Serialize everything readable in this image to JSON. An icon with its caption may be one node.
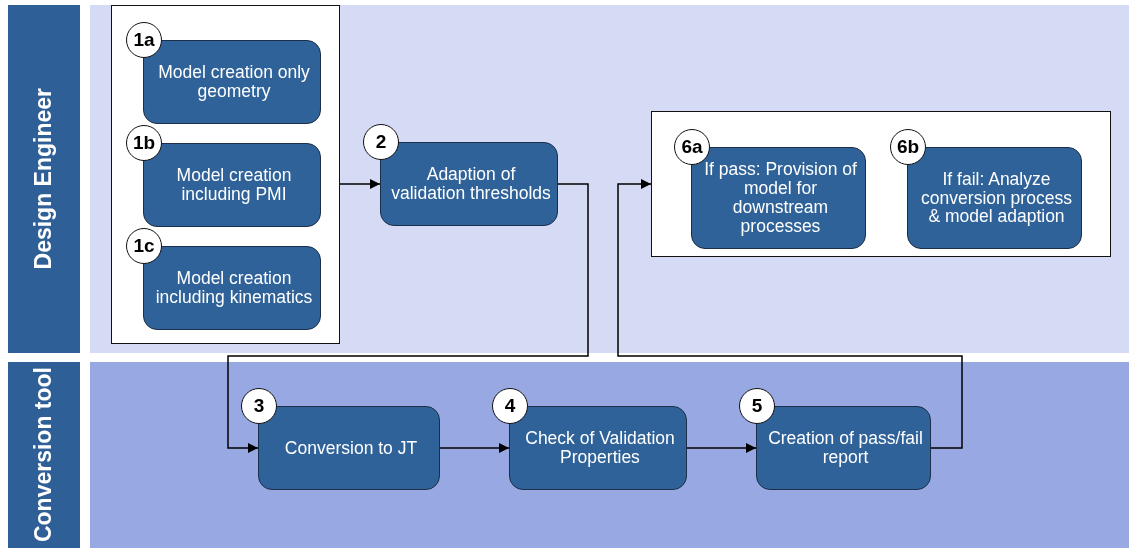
{
  "diagram": {
    "nodes": [
      {
        "text": [
          "Design Engineer"
        ]
      },
      {
        "text": [
          "Conversion tool"
        ]
      },
      {
        "text": [],
        "shape": "box",
        "in": 0
      },
      {
        "text": [
          "1a",
          "Model creation only geometry"
        ],
        "in": 2
      },
      {
        "text": [
          "1b",
          "Model creation including PMI"
        ],
        "in": 2
      },
      {
        "text": [
          "1c",
          "Model creation including kinematics"
        ],
        "in": 2
      },
      {
        "text": [
          "2",
          "Adaption of validation thresholds"
        ],
        "in": 0
      },
      {
        "text": [],
        "shape": "box",
        "in": 0
      },
      {
        "text": [
          "6a",
          "If pass: Provision of model for downstream processes"
        ],
        "in": 7
      },
      {
        "text": [
          "6b",
          "If fail: Analyze conversion process & model adaption"
        ],
        "in": 7
      },
      {
        "text": [
          "3",
          "Conversion to JT"
        ],
        "in": 1
      },
      {
        "text": [
          "4",
          "Check of Validation Properties"
        ],
        "in": 1
      },
      {
        "text": [
          "5",
          "Creation of pass/fail report"
        ],
        "in": 1
      }
    ],
    "edges": [
      {
        "from": 2,
        "to": 6,
        "arrow": "to"
      },
      {
        "from": 6,
        "to": 10,
        "arrow": "to"
      },
      {
        "from": 10,
        "to": 11,
        "arrow": "to"
      },
      {
        "from": 11,
        "to": 12,
        "arrow": "to"
      },
      {
        "from": 12,
        "to": 7,
        "arrow": "to"
      }
    ]
  }
}
